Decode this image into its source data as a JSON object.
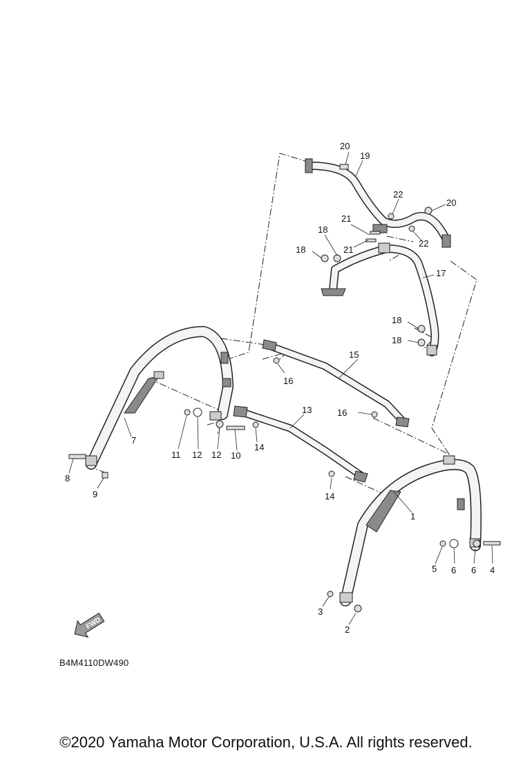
{
  "diagram": {
    "code": "B4M4110DW490",
    "fwd_label": "FWD",
    "copyright": "©2020 Yamaha Motor Corporation, U.S.A. All rights reserved.",
    "callouts": [
      "1",
      "2",
      "3",
      "4",
      "5",
      "6",
      "6",
      "7",
      "8",
      "9",
      "10",
      "11",
      "12",
      "12",
      "13",
      "14",
      "14",
      "15",
      "16",
      "16",
      "17",
      "18",
      "18",
      "18",
      "18",
      "19",
      "20",
      "20",
      "21",
      "21",
      "22",
      "22"
    ],
    "colors": {
      "line": "#222222",
      "tube_fill": "#f4f4f4",
      "shade": "#8a8a8a",
      "arrow": "#9a9a9a"
    }
  }
}
